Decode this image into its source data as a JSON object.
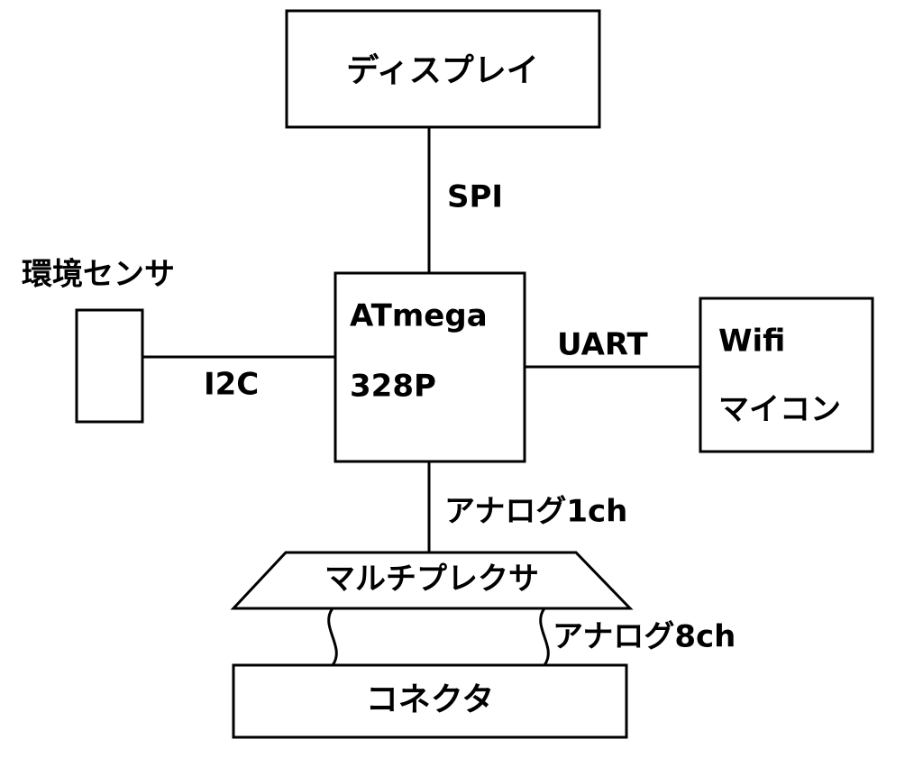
{
  "diagram": {
    "nodes": {
      "display": "ディスプレイ",
      "env_sensor": "環境センサ",
      "mcu_line1": "ATmega",
      "mcu_line2": "328P",
      "wifi_line1": "Wifi",
      "wifi_line2": "マイコン",
      "multiplexer": "マルチプレクサ",
      "connector": "コネクタ"
    },
    "links": {
      "spi": "SPI",
      "i2c": "I2C",
      "uart": "UART",
      "analog_1ch": "アナログ1ch",
      "analog_8ch": "アナログ8ch"
    },
    "edges": [
      {
        "from": "display",
        "to": "mcu",
        "label": "SPI"
      },
      {
        "from": "env_sensor",
        "to": "mcu",
        "label": "I2C"
      },
      {
        "from": "mcu",
        "to": "wifi",
        "label": "UART"
      },
      {
        "from": "mcu",
        "to": "multiplexer",
        "label": "アナログ1ch"
      },
      {
        "from": "multiplexer",
        "to": "connector",
        "label": "アナログ8ch"
      }
    ]
  }
}
